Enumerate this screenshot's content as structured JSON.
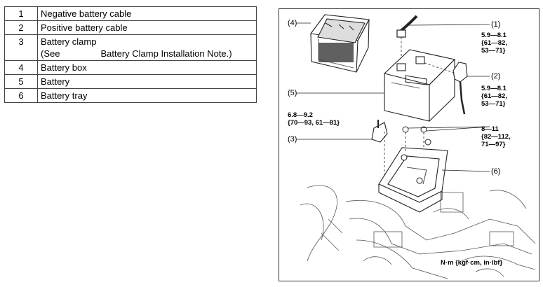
{
  "parts": [
    {
      "num": "1",
      "name": "Negative battery cable"
    },
    {
      "num": "2",
      "name": "Positive battery cable"
    },
    {
      "num": "3",
      "name": "Battery clamp",
      "note_prefix": "(See",
      "note_ref": "Battery Clamp Installation Note.)"
    },
    {
      "num": "4",
      "name": "Battery box"
    },
    {
      "num": "5",
      "name": "Battery"
    },
    {
      "num": "6",
      "name": "Battery tray"
    }
  ],
  "figure": {
    "callouts": [
      "(4)",
      "(1)",
      "(2)",
      "(5)",
      "(3)",
      "(6)"
    ],
    "torque": {
      "cable_negative": "5.9—8.1\n{61—82,\n53—71}",
      "cable_positive": "5.9—8.1\n{61—82,\n53—71}",
      "clamp": "6.8—9.2\n{70—93, 61—81}",
      "tray": "8—11\n{82—112,\n71—97}"
    },
    "units": "N·m {kgf·cm, in·lbf}"
  }
}
